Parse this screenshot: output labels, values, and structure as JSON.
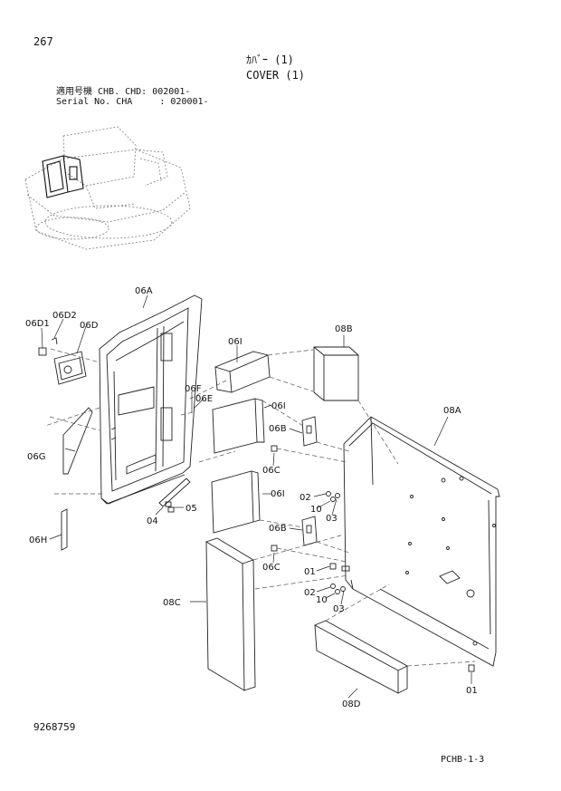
{
  "header": {
    "page_number": "267",
    "title_jp": "ｶﾊﾞｰ (1)",
    "title_en": "COVER (1)",
    "applicability_line1": "適用号機 CHB. CHD: 002001-",
    "applicability_line2": "Serial No. CHA     : 020001-"
  },
  "footer": {
    "drawing_number": "9268759",
    "sheet_id": "PCHB-1-3"
  },
  "callouts": {
    "p06A": "06A",
    "p06D1": "06D1",
    "p06D2": "06D2",
    "p06D": "06D",
    "p06G": "06G",
    "p06H": "06H",
    "p06F": "06F",
    "p06E": "06E",
    "p04": "04",
    "p05": "05",
    "p06I_a": "06I",
    "p06I_b": "06I",
    "p06I_c": "06I",
    "p08B": "08B",
    "p08A": "08A",
    "p06B_a": "06B",
    "p06C_a": "06C",
    "p06B_b": "06B",
    "p06C_b": "06C",
    "p02_a": "02",
    "p10_a": "10",
    "p03_a": "03",
    "p01_a": "01",
    "p02_b": "02",
    "p10_b": "10",
    "p03_b": "03",
    "p08C": "08C",
    "p08D": "08D",
    "p01_b": "01"
  }
}
